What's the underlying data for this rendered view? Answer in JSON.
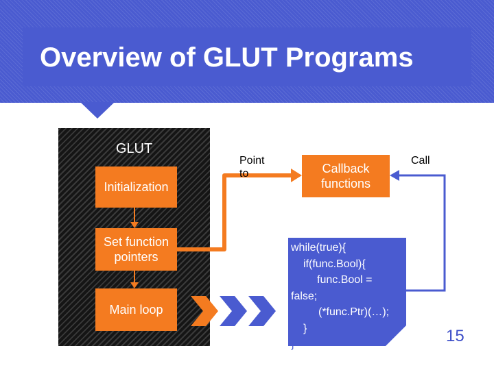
{
  "slide": {
    "title": "Overview of GLUT Programs",
    "page_number": "15"
  },
  "glut_panel": {
    "label": "GLUT",
    "boxes": [
      "Initialization",
      "Set function pointers",
      "Main loop"
    ]
  },
  "callback": {
    "label": "Callback functions"
  },
  "edge_labels": {
    "point_to": "Point to",
    "call": "Call"
  },
  "code": {
    "lines": [
      "while(true){",
      "if(func.Bool){",
      "func.Bool =",
      "false;",
      "(*func.Ptr)(…);",
      "}",
      "}"
    ]
  },
  "colors": {
    "accent_blue": "#4a5bd0",
    "orange": "#f47b20",
    "page_number": "#3e4fc8"
  }
}
